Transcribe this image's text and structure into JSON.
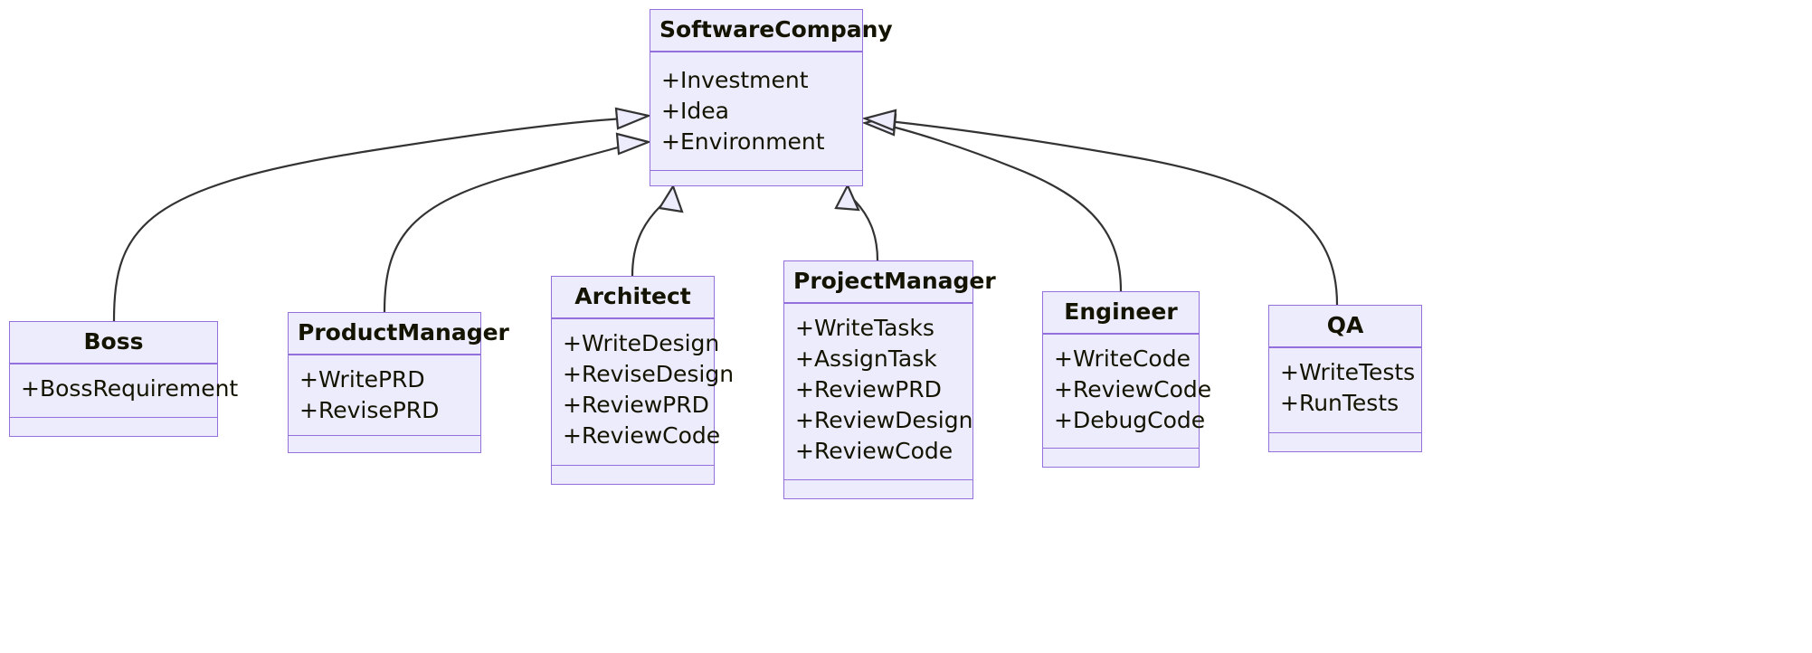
{
  "diagram": {
    "type": "uml-class-diagram",
    "relationship": "generalization",
    "colors": {
      "node_fill": "#ECECFD",
      "node_border": "#9370DB",
      "edge_stroke": "#333333",
      "text": "#131300",
      "background": "#FFFFFF"
    },
    "classes": [
      {
        "id": "software-company",
        "name": "SoftwareCompany",
        "attributes": [
          "+Investment",
          "+Idea",
          "+Environment"
        ],
        "methods": []
      },
      {
        "id": "boss",
        "name": "Boss",
        "attributes": [
          "+BossRequirement"
        ],
        "methods": []
      },
      {
        "id": "product-manager",
        "name": "ProductManager",
        "attributes": [
          "+WritePRD",
          "+RevisePRD"
        ],
        "methods": []
      },
      {
        "id": "architect",
        "name": "Architect",
        "attributes": [
          "+WriteDesign",
          "+ReviseDesign",
          "+ReviewPRD",
          "+ReviewCode"
        ],
        "methods": []
      },
      {
        "id": "project-manager",
        "name": "ProjectManager",
        "attributes": [
          "+WriteTasks",
          "+AssignTask",
          "+ReviewPRD",
          "+ReviewDesign",
          "+ReviewCode"
        ],
        "methods": []
      },
      {
        "id": "engineer",
        "name": "Engineer",
        "attributes": [
          "+WriteCode",
          "+ReviewCode",
          "+DebugCode"
        ],
        "methods": []
      },
      {
        "id": "qa",
        "name": "QA",
        "attributes": [
          "+WriteTests",
          "+RunTests"
        ],
        "methods": []
      }
    ],
    "edges": [
      {
        "from": "boss",
        "to": "software-company",
        "kind": "inheritance-arrow"
      },
      {
        "from": "product-manager",
        "to": "software-company",
        "kind": "inheritance-arrow"
      },
      {
        "from": "architect",
        "to": "software-company",
        "kind": "inheritance-arrow"
      },
      {
        "from": "project-manager",
        "to": "software-company",
        "kind": "inheritance-arrow"
      },
      {
        "from": "engineer",
        "to": "software-company",
        "kind": "inheritance-arrow"
      },
      {
        "from": "qa",
        "to": "software-company",
        "kind": "inheritance-arrow"
      }
    ]
  }
}
